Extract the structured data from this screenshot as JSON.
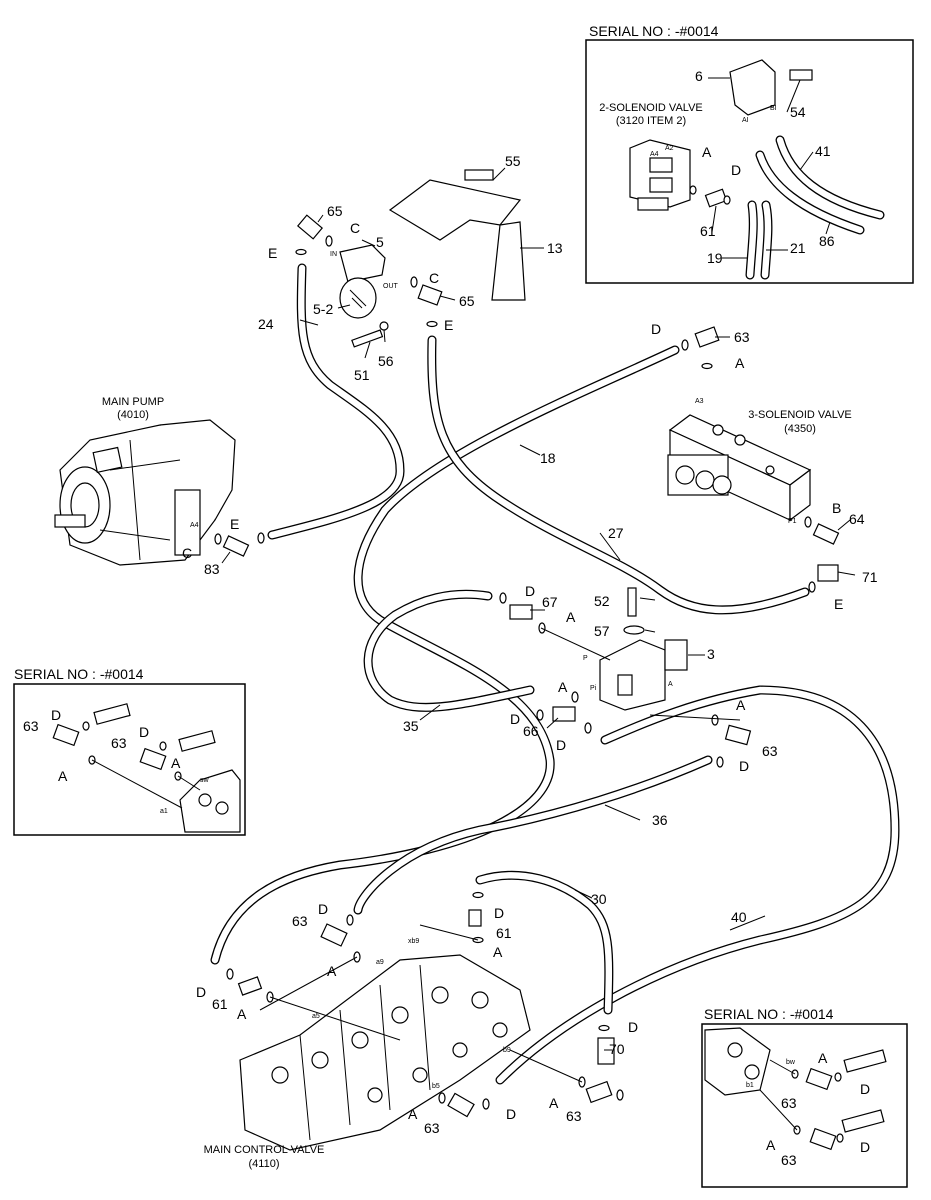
{
  "insets": {
    "top_right_title": "SERIAL NO : -#0014",
    "left_title": "SERIAL NO : -#0014",
    "bottom_right_title": "SERIAL NO : -#0014"
  },
  "components": {
    "main_pump": {
      "name": "MAIN PUMP",
      "code": "(4010)"
    },
    "three_solenoid": {
      "name": "3-SOLENOID VALVE",
      "code": "(4350)"
    },
    "two_solenoid": {
      "name": "2-SOLENOID VALVE",
      "code": "(3120 ITEM 2)"
    },
    "main_control": {
      "name": "MAIN CONTROL VALVE",
      "code": "(4110)"
    }
  },
  "ports": {
    "in": "IN",
    "out": "OUT",
    "a4": "A4",
    "a3": "A3",
    "p1": "P1",
    "p": "P",
    "pi": "Pi",
    "a": "A",
    "ai": "AI",
    "bi": "BI",
    "a2": "A2",
    "a9": "a9",
    "xb9": "xb9",
    "a5": "a5",
    "b9": "b9",
    "b5": "b5",
    "bw": "bw",
    "b1": "b1",
    "a1": "a1",
    "sw": "sw"
  },
  "callouts": {
    "c5": "5",
    "c5_2": "5-2",
    "c13": "13",
    "c24": "24",
    "c51": "51",
    "c56": "56",
    "c55": "55",
    "c65a": "65",
    "c65b": "65",
    "cCa": "C",
    "cCb": "C",
    "cEa": "E",
    "cEb": "E",
    "c63a": "63",
    "c18": "18",
    "c27": "27",
    "cAa": "A",
    "cDa": "D",
    "c64": "64",
    "c71": "71",
    "cB": "B",
    "cEc": "E",
    "c83": "83",
    "cCc": "C",
    "cEd": "E",
    "c52": "52",
    "c57": "57",
    "c3": "3",
    "c67": "67",
    "cDb": "D",
    "cAb": "A",
    "c35": "35",
    "c66": "66",
    "cAc": "A",
    "cDc": "D",
    "cDd": "D",
    "cAd": "A",
    "c63b": "63",
    "cDe": "D",
    "c36": "36",
    "c30": "30",
    "c40": "40",
    "c63c": "63",
    "cDf": "D",
    "cDg": "D",
    "c61a": "61",
    "cAe": "A",
    "cAf": "A",
    "cDh": "D",
    "c61b": "61",
    "cAg": "A",
    "cDi": "D",
    "c70": "70",
    "cAh": "A",
    "c63d": "63",
    "cDj": "D",
    "cAi": "A",
    "c63e": "63",
    "i1_6": "6",
    "i1_54": "54",
    "i1_41": "41",
    "i1_86": "86",
    "i1_A": "A",
    "i1_D": "D",
    "i1_61": "61",
    "i1_19": "19",
    "i1_21": "21",
    "i2_63a": "63",
    "i2_Da": "D",
    "i2_63b": "63",
    "i2_Db": "D",
    "i2_A1": "A",
    "i2_A2": "A",
    "i3_A1": "A",
    "i3_D1": "D",
    "i3_63a": "63",
    "i3_A2": "A",
    "i3_D2": "D",
    "i3_63b": "63"
  }
}
